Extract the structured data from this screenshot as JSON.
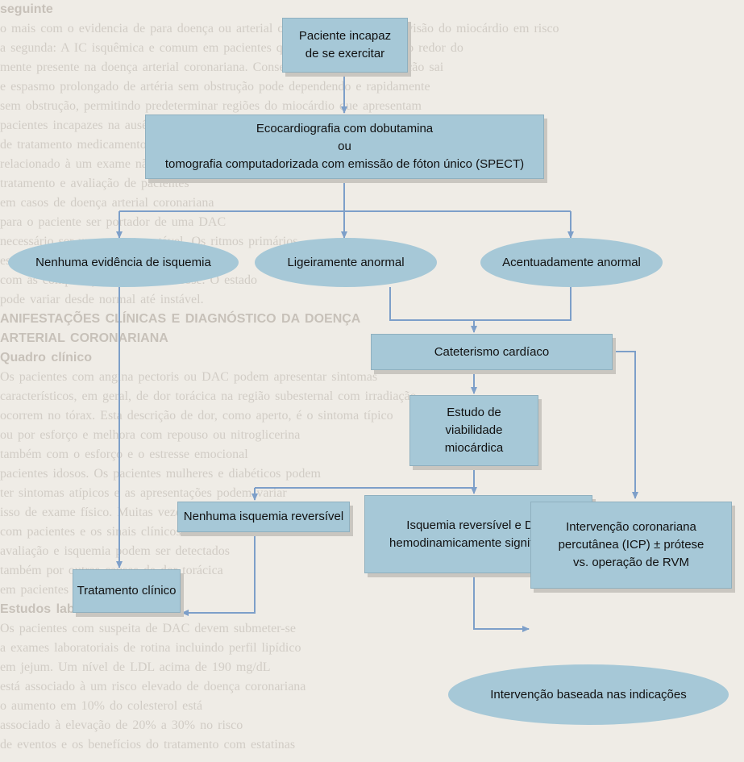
{
  "background_text": [
    {
      "text": "seguinte",
      "style": "bold"
    },
    {
      "text": "o mais com o evidencia de para doença ou arterial o que proporciona uma visão do miocárdio em risco"
    },
    {
      "text": "a segunda: A IC isquêmica e comum em pacientes que aumentam a carga ao redor do"
    },
    {
      "text": "mente presente na doença arterial coronariana. Consequentemente esta variação sai"
    },
    {
      "text": "e espasmo prolongado de artéria sem obstrução pode dependendo e rapidamente"
    },
    {
      "text": "sem obstrução, permitindo predeterminar regiões do miocárdio que apresentam"
    },
    {
      "text": "pacientes incapazes na ausência de efeito cardioativo"
    },
    {
      "text": "de tratamento medicamentoso nas diretrizes de diagnóstico"
    },
    {
      "text": "relacionado à um exame não invasivo que pode ser utilizado"
    },
    {
      "text": "tratamento e avaliação de pacientes"
    },
    {
      "text": "em casos de doença arterial coronariana"
    },
    {
      "text": "para o paciente ser portador de uma DAC"
    },
    {
      "text": "necessário ser um paciente estável. Os ritmos primários"
    },
    {
      "text": "estão mais frequentemente está em angina"
    },
    {
      "text": "com as complicações da aterosclerose. O estado"
    },
    {
      "text": "pode variar desde normal até instável."
    },
    {
      "text": "ANIFESTAÇÕES CLÍNICAS E DIAGNÓSTICO DA DOENÇA",
      "style": "bold"
    },
    {
      "text": "ARTERIAL CORONARIANA",
      "style": "bold"
    },
    {
      "text": "Quadro clínico",
      "style": "bold"
    },
    {
      "text": "Os pacientes com angina pectoris ou DAC podem apresentar sintomas"
    },
    {
      "text": "característicos, em geral, de dor torácica na região subesternal com irradiação"
    },
    {
      "text": "ocorrem no tórax. Esta descrição de dor, como aperto, é o sintoma típico"
    },
    {
      "text": "ou por esforço e melhora com repouso ou nitroglicerina"
    },
    {
      "text": "também com o esforço e o estresse emocional"
    },
    {
      "text": "pacientes idosos. Os pacientes mulheres e diabéticos podem"
    },
    {
      "text": "ter sintomas atípicos e as apresentações podem variar"
    },
    {
      "text": "isso de exame físico. Muitas vezes é normal no paciente"
    },
    {
      "text": "com pacientes e os sinais clínicos de insuficiência cardíaca"
    },
    {
      "text": "avaliação e isquemia podem ser detectados"
    },
    {
      "text": "também por outras causas de dor torácica"
    },
    {
      "text": "em pacientes com angina estável"
    },
    {
      "text": "Estudos laboratoriais",
      "style": "bold"
    },
    {
      "text": "Os pacientes com suspeita de DAC devem submeter-se"
    },
    {
      "text": "a exames laboratoriais de rotina incluindo perfil lipídico"
    },
    {
      "text": "em jejum. Um nível de LDL acima de 190 mg/dL"
    },
    {
      "text": "está associado à um risco elevado de doença coronariana"
    },
    {
      "text": "o aumento em 10% do colesterol está"
    },
    {
      "text": "associado à elevação de 20% a 30% no risco"
    },
    {
      "text": "de eventos e os benefícios do tratamento com estatinas"
    }
  ],
  "flowchart": {
    "start": "Paciente incapaz\nde se exercitar",
    "test": "Ecocardiografia com dobutamina\nou\ntomografia computadorizada com emissão de fóton único (SPECT)",
    "no_ischemia": "Nenhuma evidência de isquemia",
    "mild": "Ligeiramente anormal",
    "marked": "Acentuadamente anormal",
    "cath": "Cateterismo cardíaco",
    "viability": "Estudo de\nviabilidade\nmiocárdica",
    "no_reversible": "Nenhuma isquemia reversível",
    "reversible": "Isquemia reversível e DAC\nhemodinamicamente significativa",
    "medical": "Tratamento clínico",
    "pci": "Intervenção coronariana\npercutânea (ICP) ± prótese\nvs. operação de RVM",
    "indications": "Intervenção baseada nas indicações"
  },
  "colors": {
    "node_fill": "#a6c8d7",
    "arrow": "#7d9fc9",
    "page": "#efece6"
  }
}
